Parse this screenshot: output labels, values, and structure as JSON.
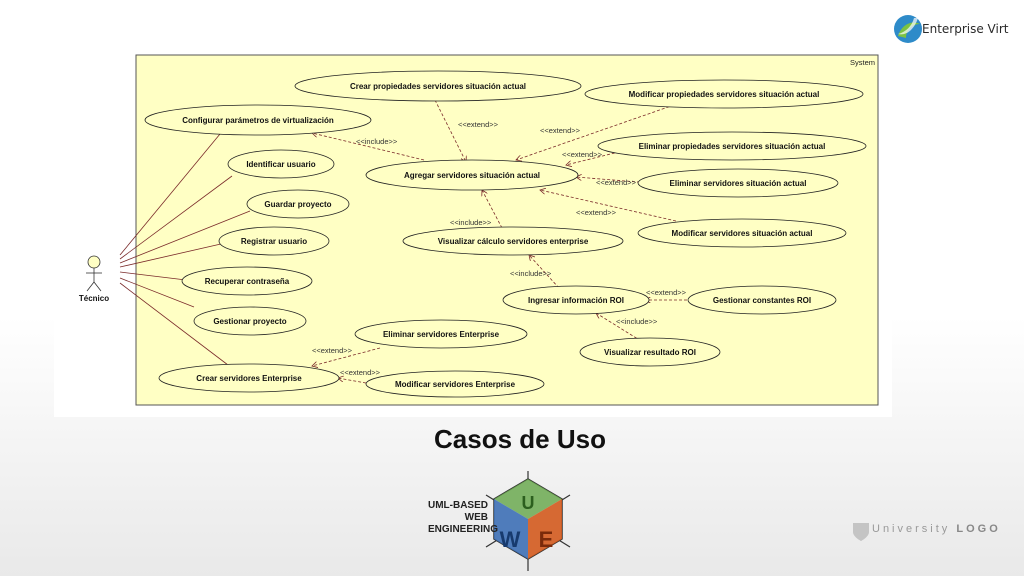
{
  "header": {
    "brand_text": "Enterprise Virt"
  },
  "diagram": {
    "system_label": "System",
    "actor": {
      "name": "Técnico"
    },
    "use_cases": [
      {
        "id": "crear_prop",
        "label": "Crear propiedades servidores situación actual"
      },
      {
        "id": "mod_prop",
        "label": "Modificar propiedades servidores situación actual"
      },
      {
        "id": "config",
        "label": "Configurar parámetros de virtualización"
      },
      {
        "id": "identificar",
        "label": "Identificar usuario"
      },
      {
        "id": "elim_prop",
        "label": "Eliminar propiedades servidores situación actual"
      },
      {
        "id": "agregar",
        "label": "Agregar servidores situación actual"
      },
      {
        "id": "elim_serv",
        "label": "Eliminar servidores situación actual"
      },
      {
        "id": "guardar",
        "label": "Guardar proyecto"
      },
      {
        "id": "mod_serv",
        "label": "Modificar servidores situación actual"
      },
      {
        "id": "registrar",
        "label": "Registrar usuario"
      },
      {
        "id": "visualizar",
        "label": "Visualizar cálculo servidores enterprise"
      },
      {
        "id": "recuperar",
        "label": "Recuperar contraseña"
      },
      {
        "id": "ingresar",
        "label": "Ingresar información ROI"
      },
      {
        "id": "gest_const",
        "label": "Gestionar constantes ROI"
      },
      {
        "id": "gest_proy",
        "label": "Gestionar proyecto"
      },
      {
        "id": "elim_ent",
        "label": "Eliminar servidores Enterprise"
      },
      {
        "id": "vis_roi",
        "label": "Visualizar resultado ROI"
      },
      {
        "id": "crear_ent",
        "label": "Crear servidores Enterprise"
      },
      {
        "id": "mod_ent",
        "label": "Modificar servidores Enterprise"
      }
    ],
    "relations": [
      {
        "from": "crear_prop",
        "to": "agregar",
        "label": "<<extend>>"
      },
      {
        "from": "mod_prop",
        "to": "agregar",
        "label": "<<extend>>"
      },
      {
        "from": "agregar",
        "to": "config",
        "label": "<<include>>"
      },
      {
        "from": "elim_prop",
        "to": "agregar",
        "label": "<<extend>>"
      },
      {
        "from": "elim_serv",
        "to": "agregar",
        "label": "<<extend>>"
      },
      {
        "from": "mod_serv",
        "to": "agregar",
        "label": "<<extend>>"
      },
      {
        "from": "visualizar",
        "to": "agregar",
        "label": "<<include>>"
      },
      {
        "from": "ingresar",
        "to": "visualizar",
        "label": "<<include>>"
      },
      {
        "from": "gest_const",
        "to": "ingresar",
        "label": "<<extend>>"
      },
      {
        "from": "vis_roi",
        "to": "ingresar",
        "label": "<<include>>"
      },
      {
        "from": "elim_ent",
        "to": "crear_ent",
        "label": "<<extend>>"
      },
      {
        "from": "mod_ent",
        "to": "crear_ent",
        "label": "<<extend>>"
      }
    ]
  },
  "slide": {
    "title": "Casos de Uso"
  },
  "uwe_logo": {
    "line1": "UML-BASED",
    "line2": "WEB",
    "line3": "ENGINEERING",
    "letter_u": "U",
    "letter_w": "W",
    "letter_e": "E"
  },
  "university_logo": {
    "text": "University",
    "bold": "LOGO"
  },
  "colors": {
    "system_fill": "#ffffc4",
    "usecase_fill": "#ffffc4",
    "line": "#7a2a2a"
  }
}
